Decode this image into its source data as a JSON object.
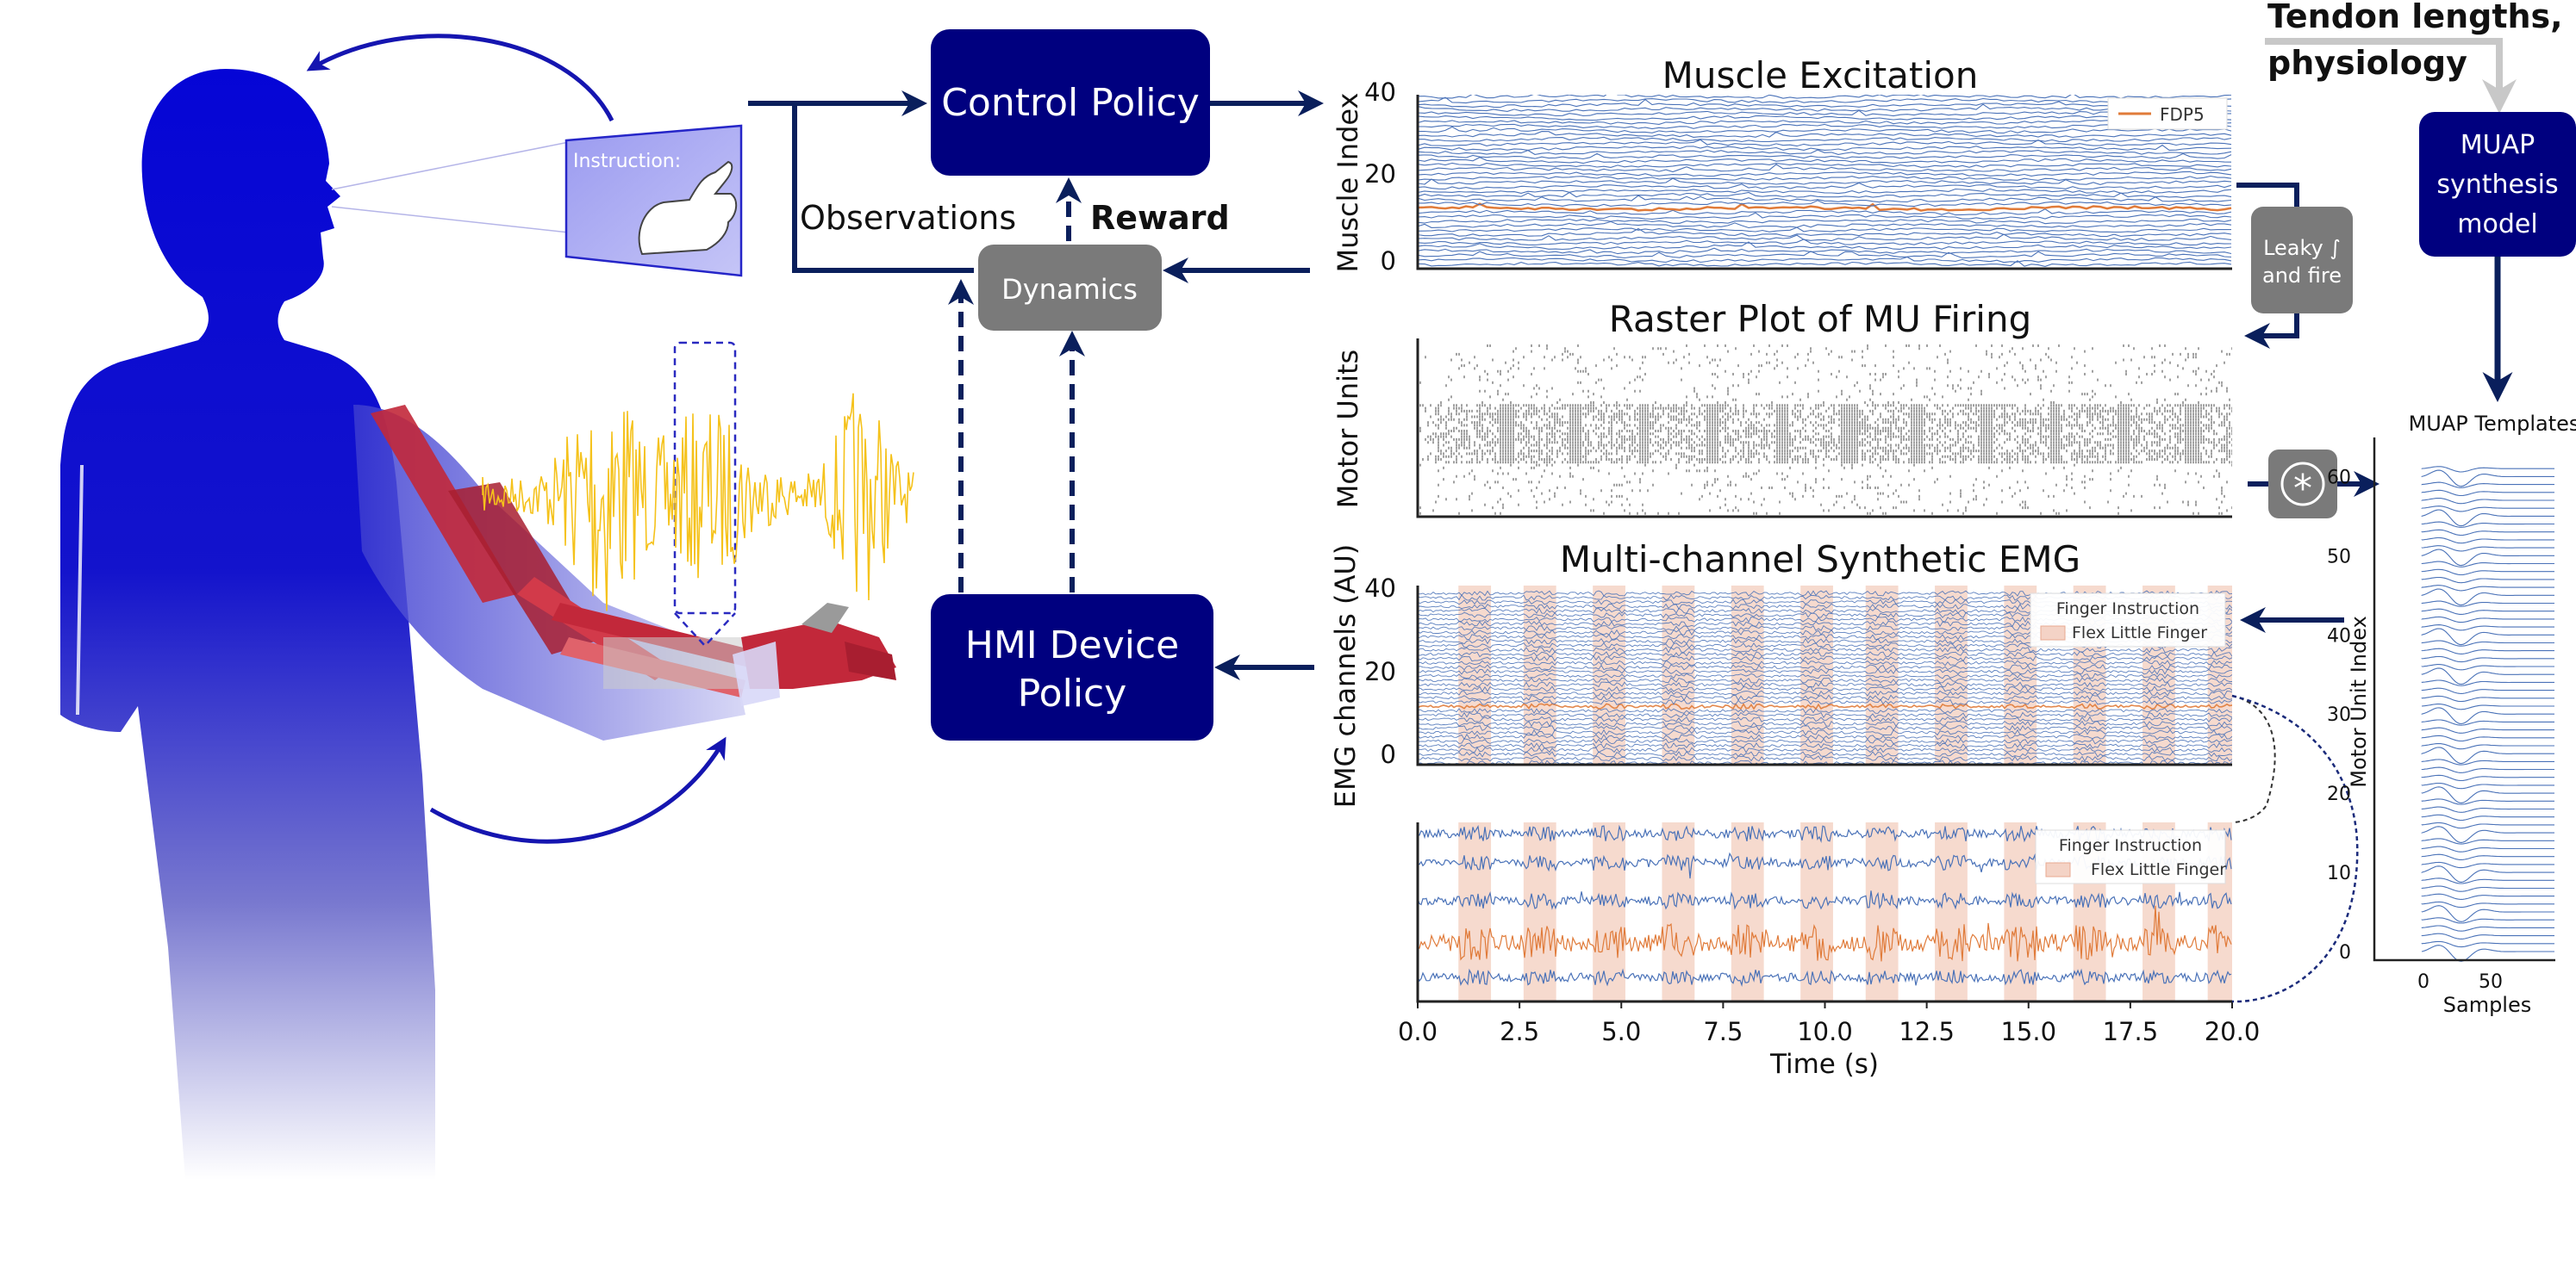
{
  "diagram": {
    "control_policy": "Control Policy",
    "dynamics": "Dynamics",
    "hmi_line1": "HMI Device",
    "hmi_line2": "Policy",
    "observations": "Observations",
    "reward": "Reward",
    "instruction": "Instruction:",
    "tendon_line1": "Tendon lengths,",
    "tendon_line2": "physiology",
    "muap_line1": "MUAP",
    "muap_line2": "synthesis",
    "muap_line3": "model",
    "leaky_line1": "Leaky ∫",
    "leaky_line2": "and fire",
    "convolution_symbol": "*"
  },
  "colors": {
    "navy": "#00007f",
    "dark_navy": "#0a1f5c",
    "gray_box": "#7a7a7a",
    "emg_blue": "#4a72b8",
    "highlight_orange": "#e07b3a",
    "band_shade": "#f4d3c6",
    "signal_yellow": "#f5c21b",
    "muscle_red": "#c2283a"
  },
  "chart_data": [
    {
      "type": "line",
      "title": "Muscle Excitation",
      "ylabel": "Muscle Index",
      "yticks": [
        "0",
        "20",
        "40"
      ],
      "ylim": [
        0,
        40
      ],
      "legend": [
        "FDP5"
      ],
      "legend_position": "top-right",
      "highlighted_channel": 13
    },
    {
      "type": "scatter",
      "title": "Raster Plot of MU Firing",
      "ylabel": "Motor Units"
    },
    {
      "type": "line",
      "title": "Multi-channel Synthetic EMG",
      "ylabel": "EMG channels (AU)",
      "yticks": [
        "0",
        "20",
        "40"
      ],
      "ylim": [
        0,
        40
      ],
      "legend_title": "Finger Instruction",
      "legend": [
        "Flex Little Finger"
      ],
      "legend_position": "top-right",
      "instruction_bands_s": [
        [
          1.0,
          1.8
        ],
        [
          2.6,
          3.4
        ],
        [
          4.3,
          5.1
        ],
        [
          6.0,
          6.8
        ],
        [
          7.7,
          8.5
        ],
        [
          9.4,
          10.2
        ],
        [
          11.0,
          11.8
        ],
        [
          12.7,
          13.5
        ],
        [
          14.4,
          15.2
        ],
        [
          16.1,
          16.9
        ],
        [
          17.8,
          18.6
        ],
        [
          19.4,
          20.0
        ]
      ]
    },
    {
      "type": "line",
      "legend_title": "Finger Instruction",
      "legend": [
        "Flex Little Finger"
      ],
      "xlabel": "Time (s)",
      "xticks": [
        "0.0",
        "2.5",
        "5.0",
        "7.5",
        "10.0",
        "12.5",
        "15.0",
        "17.5",
        "20.0"
      ],
      "xlim": [
        0,
        20
      ]
    },
    {
      "type": "line",
      "title": "MUAP Templates",
      "xlabel": "Samples",
      "ylabel": "Motor Unit Index",
      "xticks": [
        "0",
        "50"
      ],
      "yticks": [
        "0",
        "10",
        "20",
        "30",
        "40",
        "50",
        "60"
      ],
      "ylim": [
        0,
        62
      ]
    }
  ]
}
